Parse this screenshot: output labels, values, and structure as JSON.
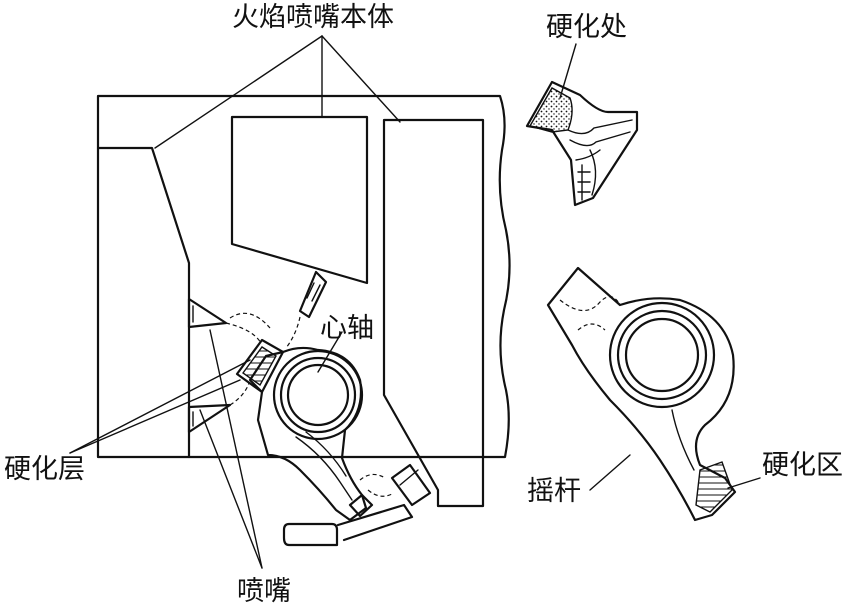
{
  "labels": {
    "flame_nozzle_body": "火焰喷嘴本体",
    "hardened_spot": "硬化处",
    "mandrel": "心轴",
    "hardened_layer": "硬化层",
    "nozzle": "喷嘴",
    "rocker_arm": "摇杆",
    "hardened_zone": "硬化区"
  },
  "colors": {
    "line": "#111111",
    "background": "#ffffff"
  }
}
